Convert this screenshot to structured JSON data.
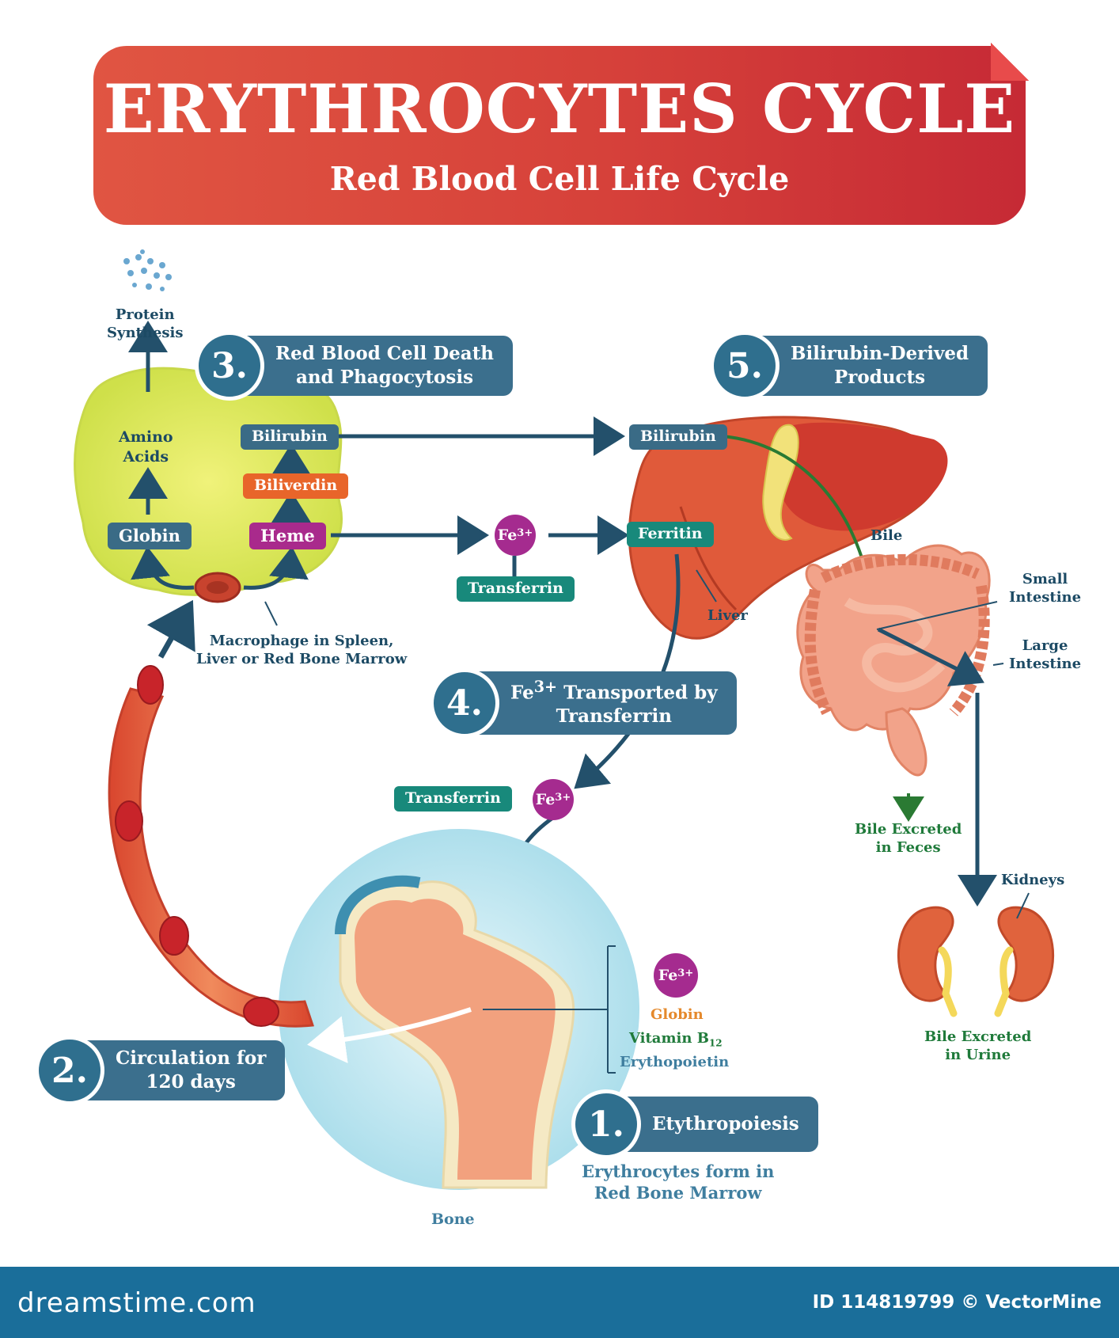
{
  "header": {
    "title": "ERYTHROCYTES CYCLE",
    "subtitle": "Red Blood Cell Life Cycle"
  },
  "steps": [
    {
      "number": "1.",
      "label": "Etythropoiesis"
    },
    {
      "number": "2.",
      "label_line1": "Circulation for",
      "label_line2": "120 days"
    },
    {
      "number": "3.",
      "label_line1": "Red Blood Cell Death",
      "label_line2": "and Phagocytosis"
    },
    {
      "number": "4.",
      "label_line1_prefix": "Fe",
      "label_line1_sup": "3+",
      "label_line1_suffix": " Transported by",
      "label_line2": "Transferrin"
    },
    {
      "number": "5.",
      "label_line1": "Bilirubin-Derived",
      "label_line2": "Products"
    }
  ],
  "macrophage": {
    "protein_synthesis_1": "Protein",
    "protein_synthesis_2": "Synthesis",
    "amino_1": "Amino",
    "amino_2": "Acids",
    "globin": "Globin",
    "heme": "Heme",
    "biliverdin": "Biliverdin",
    "bilirubin": "Bilirubin",
    "caption_1": "Macrophage in Spleen,",
    "caption_2": "Liver or Red Bone Marrow"
  },
  "iron": {
    "fe_base": "Fe",
    "fe_sup": "3+",
    "transferrin": "Transferrin",
    "ferritin": "Ferritin"
  },
  "liver": {
    "bilirubin": "Bilirubin",
    "liver_label": "Liver",
    "bile": "Bile"
  },
  "intestine": {
    "small_1": "Small",
    "small_2": "Intestine",
    "large_1": "Large",
    "large_2": "Intestine",
    "feces_1": "Bile Excreted",
    "feces_2": "in Feces"
  },
  "kidney": {
    "label": "Kidneys",
    "urine_1": "Bile Excreted",
    "urine_2": "in Urine"
  },
  "bone": {
    "label": "Bone",
    "globin": "Globin",
    "vitamin": "Vitamin B",
    "vitamin_sub": "12",
    "epo": "Erythopoietin",
    "caption_1": "Erythrocytes form in",
    "caption_2": "Red Bone Marrow"
  },
  "footer": {
    "site": "dreamstime.com",
    "id": "ID 114819799 © VectorMine"
  },
  "colors": {
    "banner": "#d6413a",
    "step_blue": "#3b6f8d",
    "arrow": "#23506b",
    "bile_arrow": "#2a7a33",
    "magenta": "#a52b8f",
    "teal": "#18897b",
    "footer": "#1a6e9a"
  }
}
